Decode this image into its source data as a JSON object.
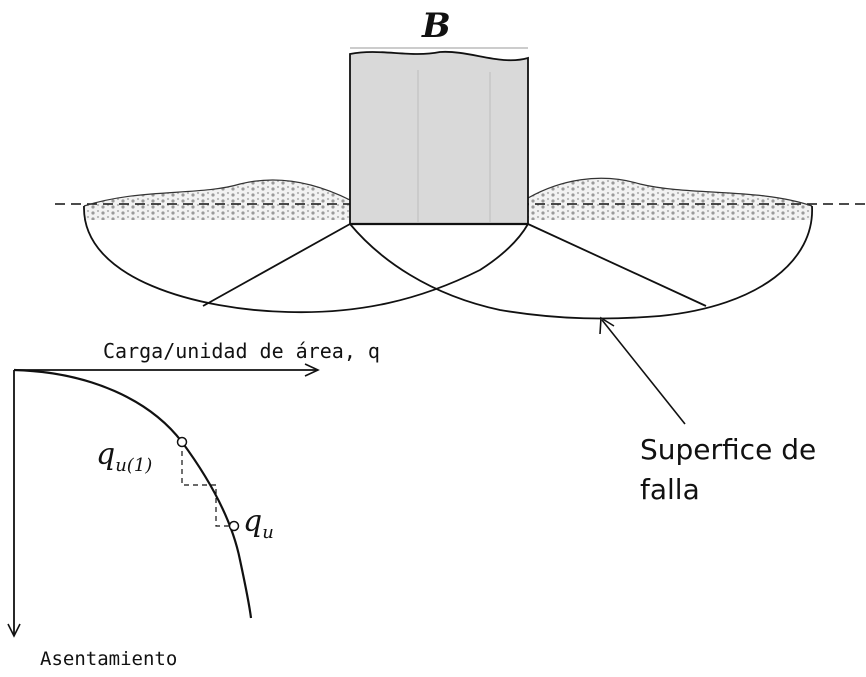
{
  "labels": {
    "footing_width": "B",
    "x_axis": "Carga/unidad de área, q",
    "y_axis": "Asentamiento",
    "point_first": {
      "base": "q",
      "sub": "u(1)"
    },
    "point_ultimate": {
      "base": "q",
      "sub": "u"
    },
    "failure_surface_line1": "Superfice de",
    "failure_surface_line2": "falla"
  },
  "colors": {
    "ink": "#111111",
    "footing_fill": "#d9d9d9",
    "soil_hatch": "#9a9a9a"
  }
}
